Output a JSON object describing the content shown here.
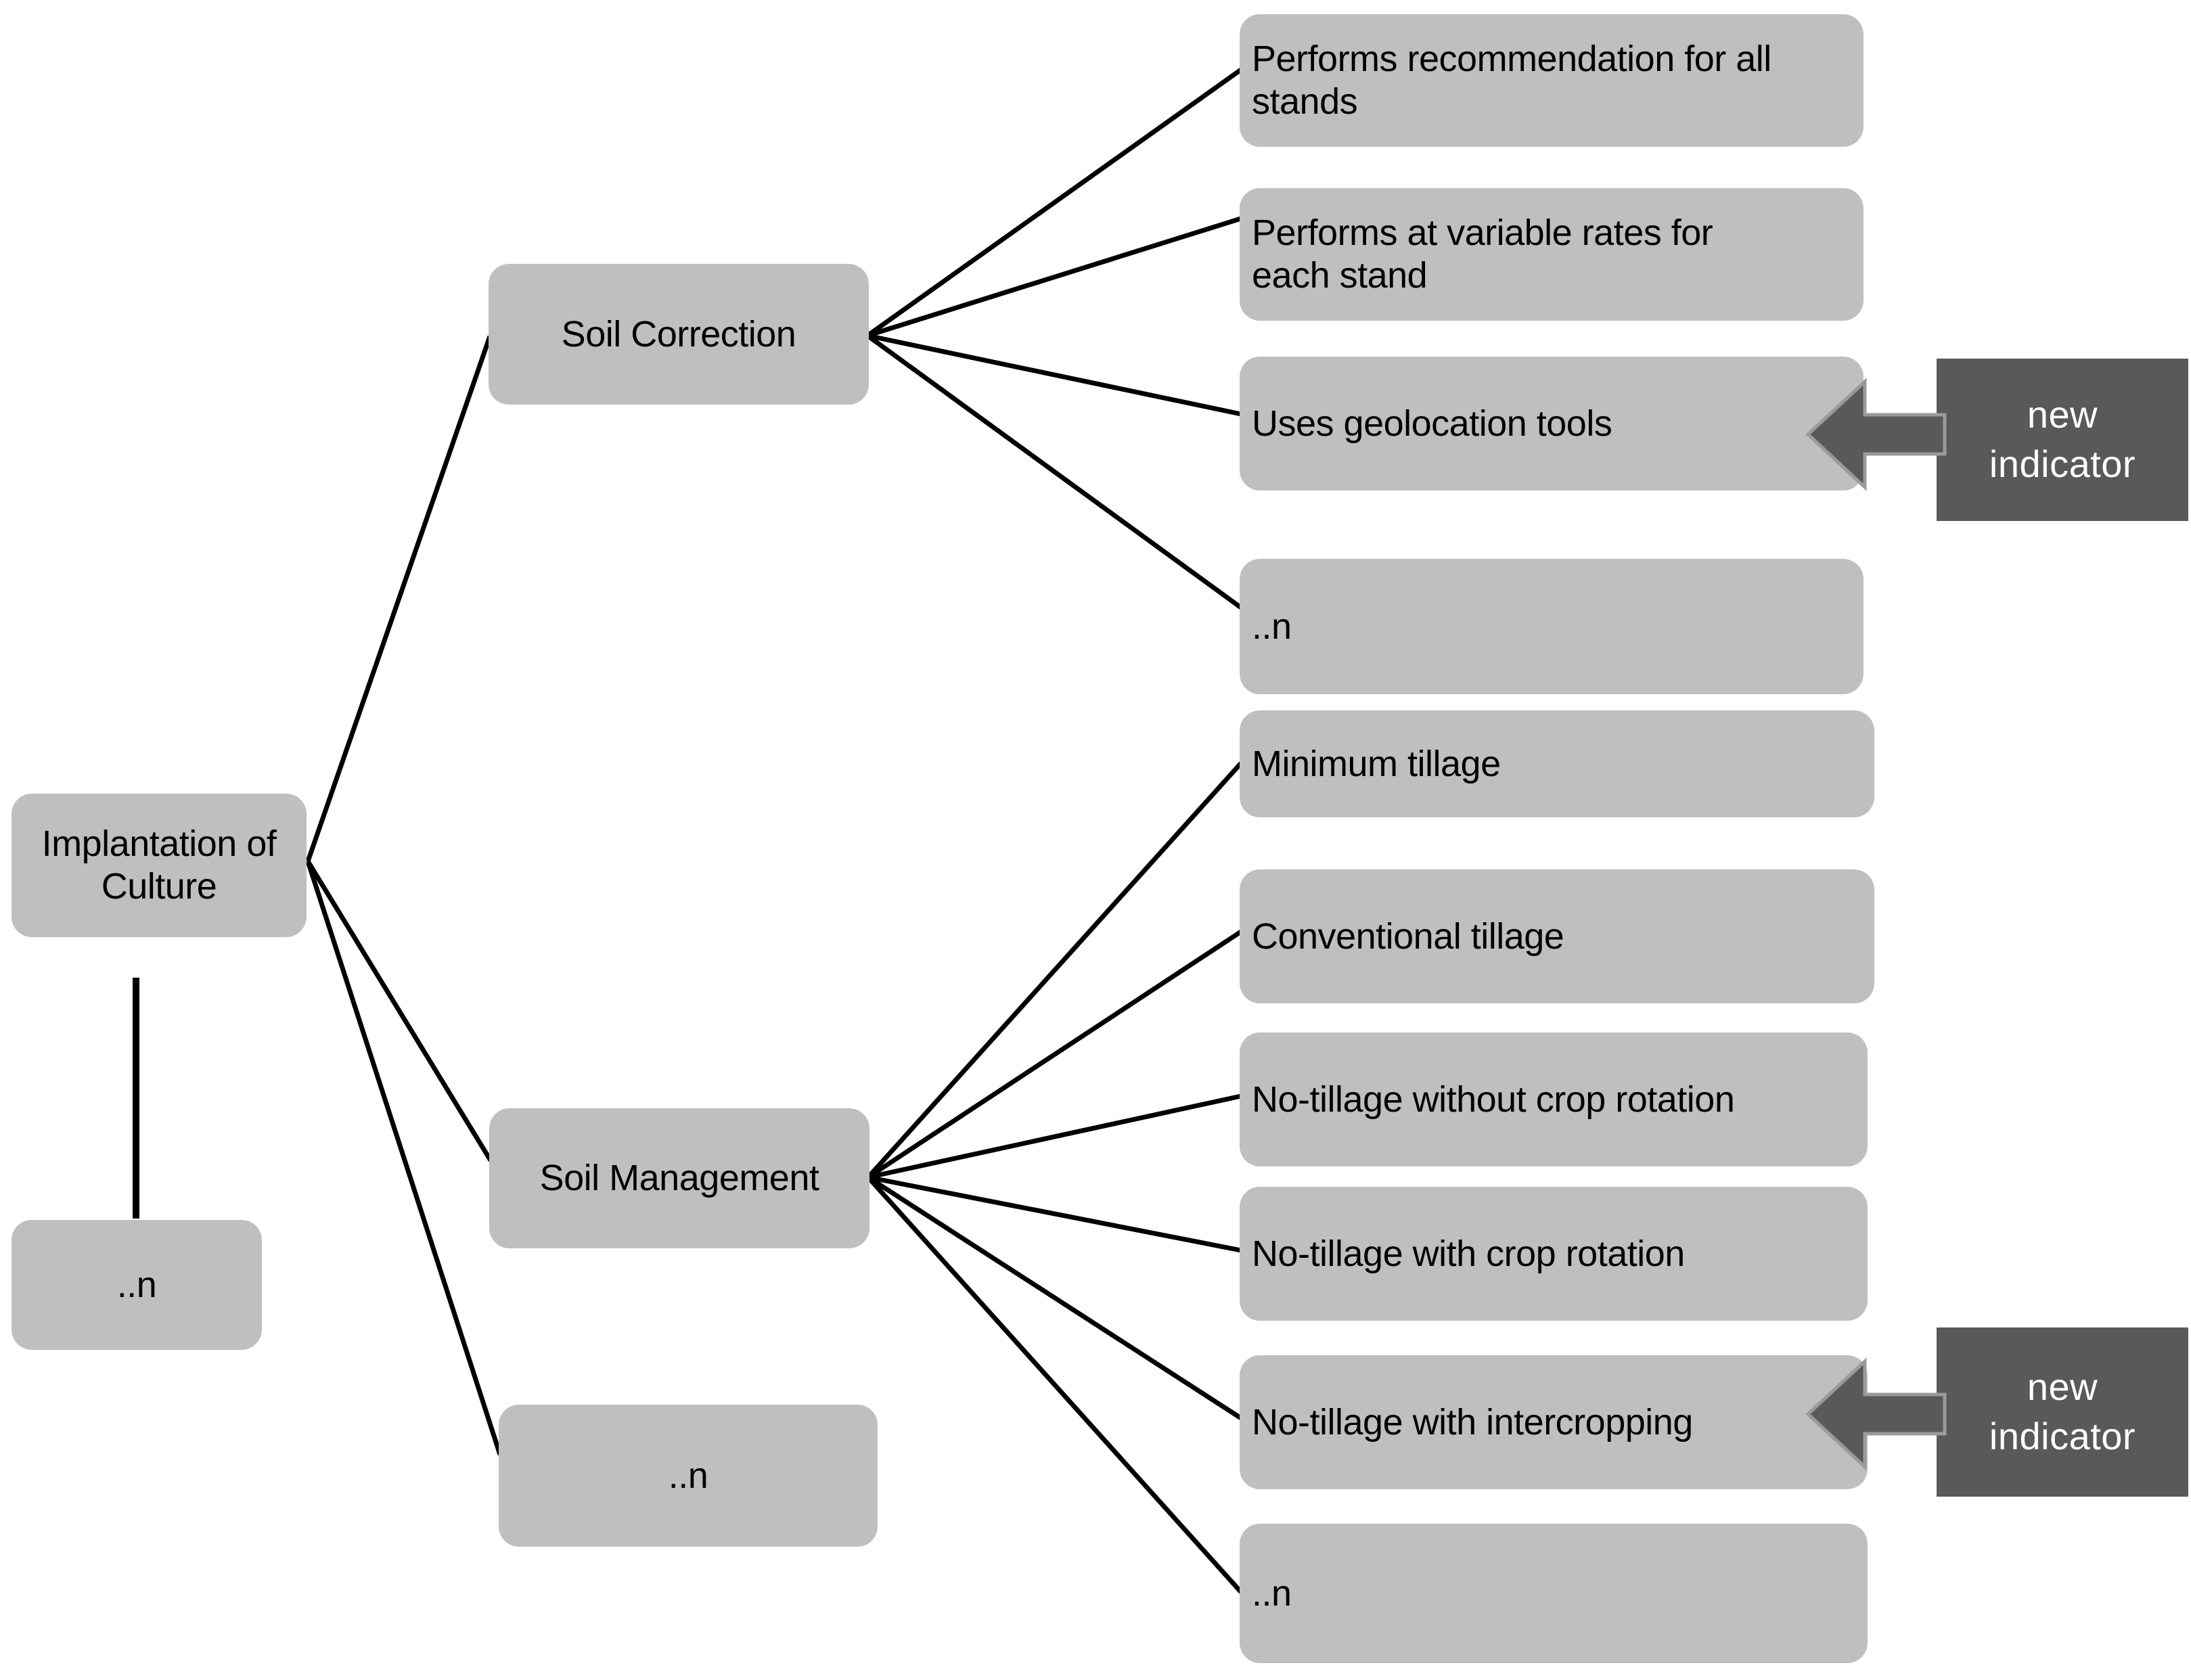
{
  "diagram": {
    "root": {
      "label": "Implantation of\nCulture",
      "more_label": "..n"
    },
    "branches": [
      {
        "label": "Soil Correction",
        "children": [
          {
            "label": "Performs recommendation for all\nstands"
          },
          {
            "label": "Performs at variable rates for\neach stand"
          },
          {
            "label": "Uses geolocation tools"
          },
          {
            "label": "..n"
          }
        ]
      },
      {
        "label": "Soil Management",
        "children": [
          {
            "label": "Minimum tillage"
          },
          {
            "label": "Conventional tillage"
          },
          {
            "label": "No-tillage without crop rotation"
          },
          {
            "label": "No-tillage with crop rotation"
          },
          {
            "label": "No-tillage with intercropping"
          },
          {
            "label": "..n"
          }
        ]
      },
      {
        "label": "..n"
      }
    ],
    "annotations": [
      {
        "label": "new\nindicator",
        "points_to": "Uses geolocation tools"
      },
      {
        "label": "new\nindicator",
        "points_to": "No-tillage with intercropping"
      }
    ],
    "colors": {
      "node_fill": "#BFBFBF",
      "node_text": "#000000",
      "callout_fill": "#595959",
      "callout_text": "#FFFFFF",
      "connector": "#000000",
      "arrow_fill": "#595959",
      "arrow_outline": "#9A9A9A",
      "background": "#FFFFFF"
    }
  }
}
